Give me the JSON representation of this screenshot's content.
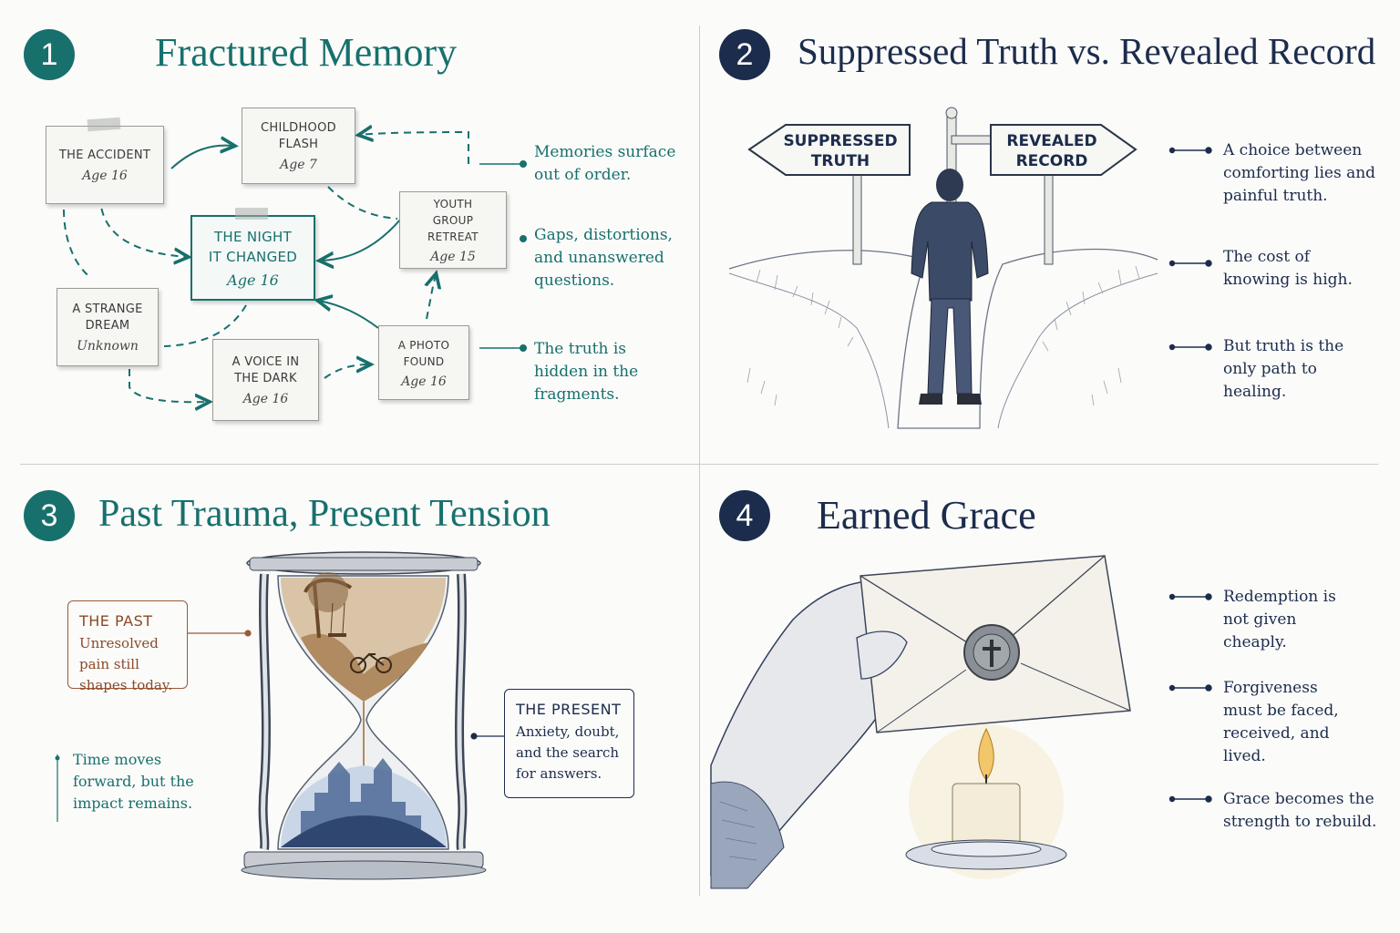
{
  "panels": [
    {
      "number": "1",
      "title": "Fractured Memory",
      "cards": [
        {
          "label": "THE ACCIDENT",
          "age": "Age 16"
        },
        {
          "label": "CHILDHOOD FLASH",
          "age": "Age 7"
        },
        {
          "label": "THE NIGHT IT CHANGED",
          "age": "Age 16"
        },
        {
          "label": "YOUTH GROUP RETREAT",
          "age": "Age 15"
        },
        {
          "label": "A STRANGE DREAM",
          "age": "Unknown"
        },
        {
          "label": "A VOICE IN THE DARK",
          "age": "Age 16"
        },
        {
          "label": "A PHOTO FOUND",
          "age": "Age 16"
        }
      ],
      "notes": [
        "Memories surface out of order.",
        "Gaps, distortions, and unanswered questions.",
        "The truth is hidden in the fragments."
      ]
    },
    {
      "number": "2",
      "title": "Suppressed Truth vs. Revealed Record",
      "signs": {
        "left": [
          "SUPPRESSED",
          "TRUTH"
        ],
        "right": [
          "REVEALED",
          "RECORD"
        ]
      },
      "notes": [
        "A choice between comforting lies and painful truth.",
        "The cost of knowing is high.",
        "But truth is the only path to healing."
      ]
    },
    {
      "number": "3",
      "title": "Past Trauma, Present Tension",
      "past": {
        "heading": "THE PAST",
        "text": "Unresolved pain still shapes today."
      },
      "present": {
        "heading": "THE PRESENT",
        "text": "Anxiety, doubt, and the search for answers."
      },
      "note": "Time moves forward, but the impact remains."
    },
    {
      "number": "4",
      "title": "Earned Grace",
      "notes": [
        "Redemption is not given cheaply.",
        "Forgiveness must be faced, received, and lived.",
        "Grace becomes the strength to rebuild."
      ]
    }
  ],
  "colors": {
    "teal": "#17706c",
    "navy": "#1c2c4c",
    "sepia": "#9a5a36"
  },
  "icons": [
    "crossroads-illustration",
    "hourglass-illustration",
    "envelope-with-seal-illustration",
    "candle-illustration"
  ]
}
